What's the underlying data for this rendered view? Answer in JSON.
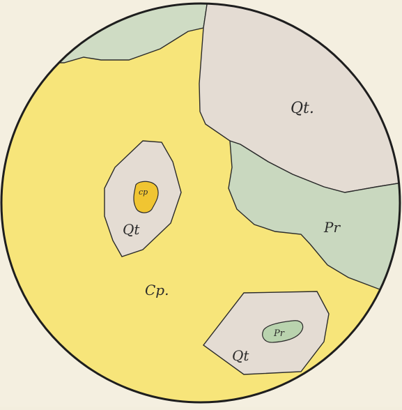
{
  "diagram": {
    "regions": {
      "chalcopyrite": {
        "label": "Cp.",
        "color": "#f7e57a"
      },
      "quartz_large": {
        "label": "Qt.",
        "color": "#e4dcd3"
      },
      "pyrite_large": {
        "label": "Pr",
        "color": "#c9d8bf"
      },
      "quartz_inclusion_left": {
        "label": "Qt",
        "color": "#e4dcd3"
      },
      "chalcopyrite_speck": {
        "label": "cp",
        "color": "#f0c532"
      },
      "quartz_inclusion_bottom": {
        "label": "Qt",
        "color": "#e4dcd3"
      },
      "pyrite_speck": {
        "label": "Pr",
        "color": "#b9d3ae"
      },
      "pyrite_top_left": {
        "color": "#cfdcc4"
      }
    }
  }
}
